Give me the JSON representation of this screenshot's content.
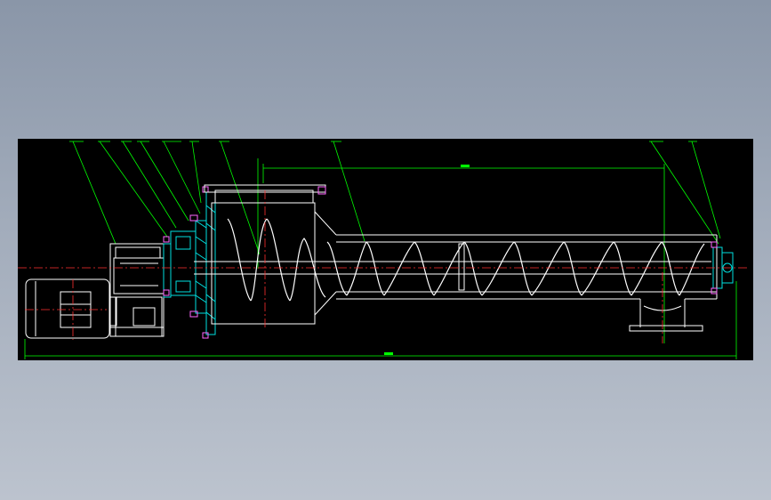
{
  "drawing": {
    "title": "",
    "colors": {
      "background": "#000000",
      "outline": "#ffffff",
      "leader": "#00ff00",
      "centerline": "#ff3030",
      "section": "#00e0e0",
      "flange": "#ff66ff",
      "viewer_bg_top": "#8a96a8",
      "viewer_bg_bottom": "#bcc3ce"
    },
    "dimensions": {
      "overall_length": "",
      "pitch_span": ""
    },
    "balloons": [
      "",
      "",
      "",
      "",
      "",
      "",
      "",
      "",
      "",
      "",
      ""
    ],
    "parts": [
      "motor",
      "gear-reducer",
      "coupling",
      "bearing-seat",
      "inlet-hopper",
      "screw-shaft",
      "screw-flight",
      "trough-tube",
      "outlet-spout",
      "end-bearing"
    ]
  }
}
